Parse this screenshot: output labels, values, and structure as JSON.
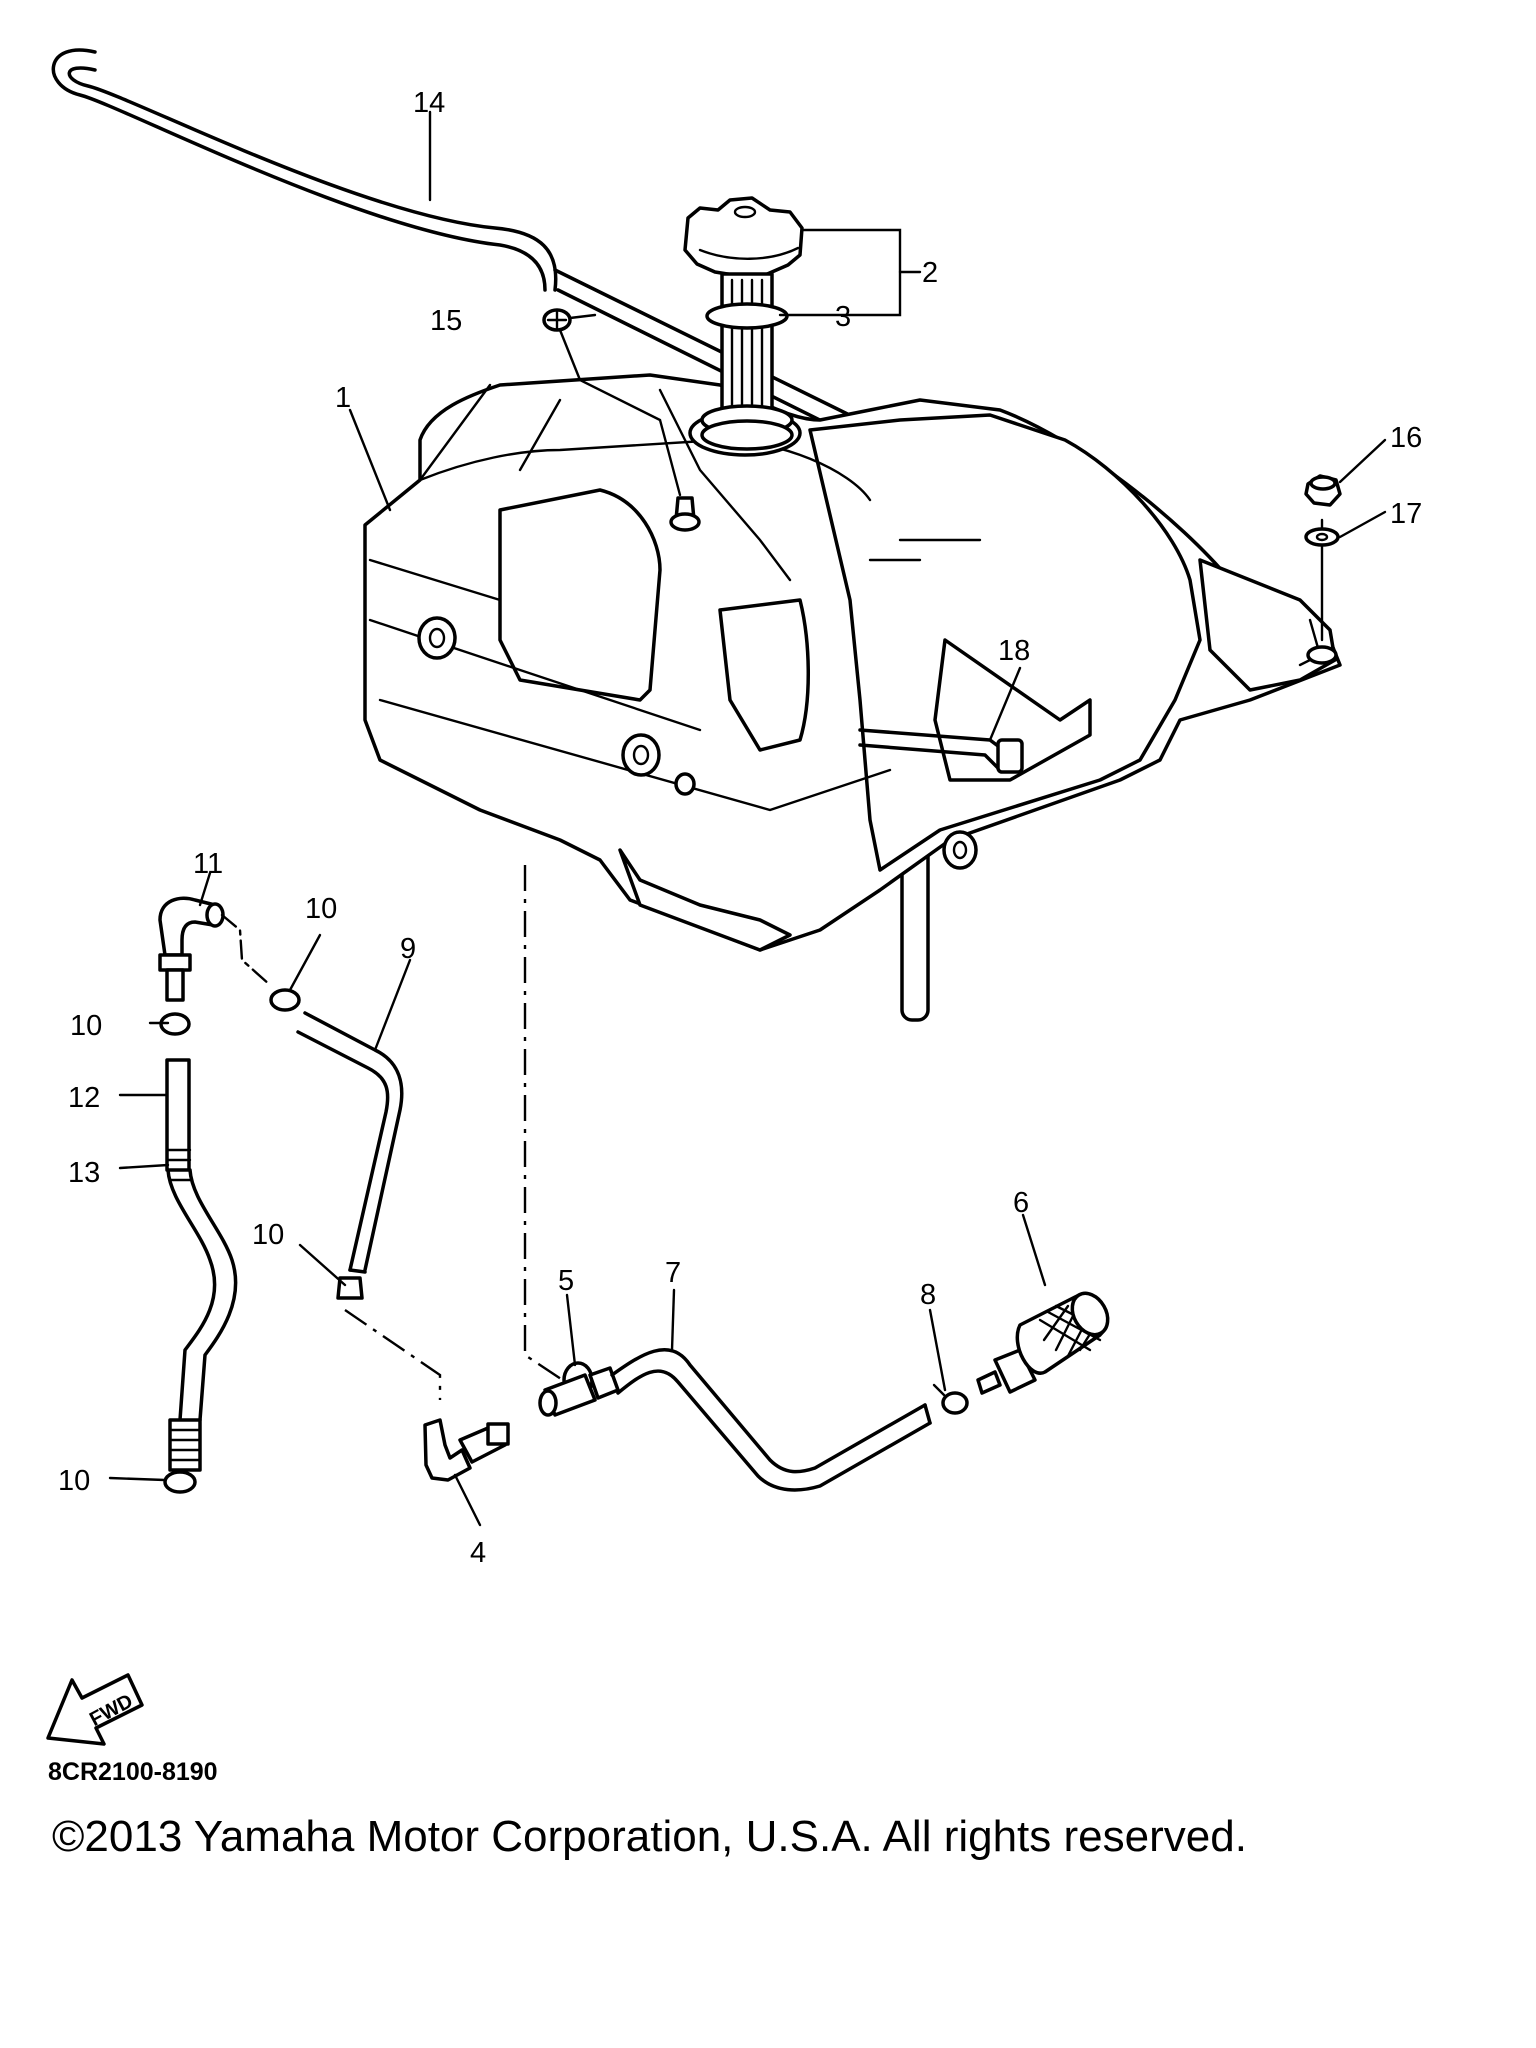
{
  "callouts": {
    "c1": "1",
    "c2": "2",
    "c3": "3",
    "c4": "4",
    "c5": "5",
    "c6": "6",
    "c7": "7",
    "c8": "8",
    "c9": "9",
    "c10a": "10",
    "c10b": "10",
    "c10c": "10",
    "c10d": "10",
    "c11": "11",
    "c12": "12",
    "c13": "13",
    "c14": "14",
    "c15": "15",
    "c16": "16",
    "c17": "17",
    "c18": "18"
  },
  "fwd_label": "FWD",
  "part_code": "8CR2100-8190",
  "copyright": "©2013 Yamaha Motor Corporation, U.S.A. All rights reserved.",
  "icons": [
    "fwd-arrow-icon"
  ]
}
